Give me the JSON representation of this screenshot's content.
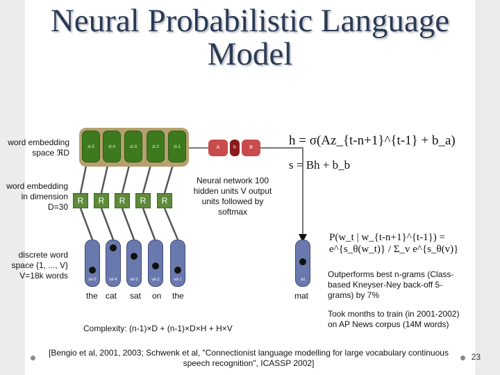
{
  "title": "Neural Probabilistic Language Model",
  "labels": {
    "embedding_space": "word embedding space ℜD",
    "embedding_dim": "word embedding in dimension D=30",
    "discrete_space": "discrete word space {1, ..., V} V=18k words",
    "neural_net": "Neural network 100 hidden units V output units followed by softmax",
    "complexity": "Complexity: (n-1)×D + (n-1)×D×H + H×V",
    "outperforms": "Outperforms best n-grams (Class-based Kneyser-Ney back-off 5-grams) by 7%",
    "took_months": "Took months to train (in 2001-2002) on AP News corpus (14M words)",
    "citation": "[Bengio et al, 2001, 2003; Schwenk et al, \"Connectionist language modelling for large vocabulary continuous speech recognition\", ICASSP 2002]",
    "page": "23"
  },
  "embedding_cells": [
    "zt-5",
    "zt-4",
    "zt-3",
    "zt-2",
    "zt-1"
  ],
  "r_label": "R",
  "word_cells": [
    "wt-5",
    "wt-4",
    "wt-3",
    "wt-2",
    "wt-1",
    "wt"
  ],
  "context_words": [
    "the",
    "cat",
    "sat",
    "on",
    "the"
  ],
  "target_word": "mat",
  "hidden_labels": [
    "A",
    "h",
    "B"
  ],
  "colors": {
    "title": "#2b3a55",
    "embedding_panel": "#b6a06f",
    "embedding_cell": "#3d7a1e",
    "r_box": "#5e8a3a",
    "word_cell": "#6a79ad",
    "hidden_a": "#c94b4b",
    "hidden_h": "#8b1a1a",
    "hidden_b": "#c94b4b"
  },
  "equations": {
    "h_eq": "h = σ(Az_{t-n+1}^{t-1} + b_a)",
    "s_eq": "s = Bh + b_b",
    "p_eq": "P(w_t | w_{t-n+1}^{t-1}) = e^{s_θ(w_t)} / Σ_v e^{s_θ(v)}"
  }
}
